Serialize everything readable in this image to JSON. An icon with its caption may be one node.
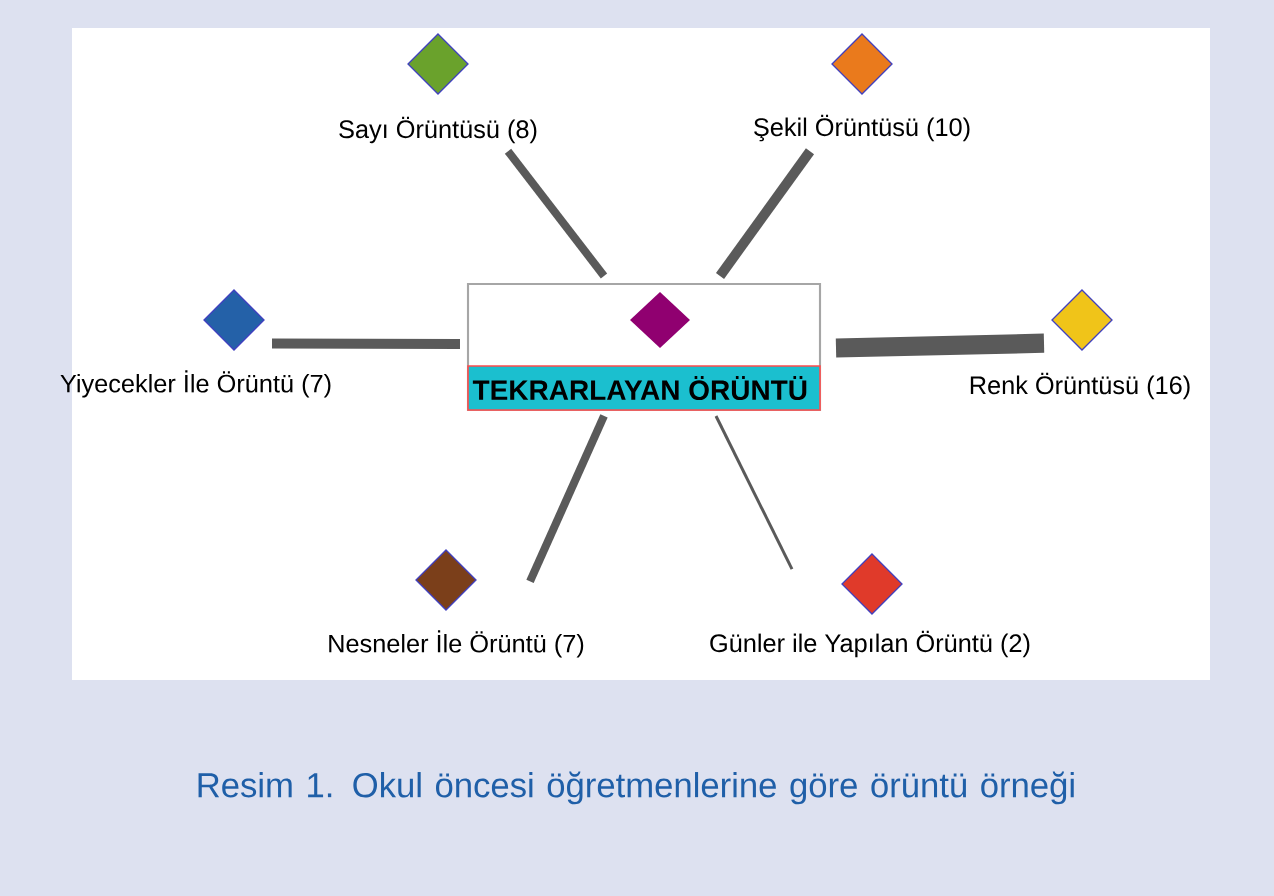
{
  "diagram": {
    "caption": "Resim 1. Okul öncesi öğretmenlerine göre örüntü örneği",
    "nodes": [
      {
        "text": [
          "TEKRARLAYAN ÖRÜNTÜ"
        ]
      },
      {
        "text": [
          "Sayı Örüntüsü (8)"
        ]
      },
      {
        "text": [
          "Şekil Örüntüsü (10)"
        ]
      },
      {
        "text": [
          "Yiyecekler İle Örüntü (7)"
        ]
      },
      {
        "text": [
          "Renk Örüntüsü (16)"
        ]
      },
      {
        "text": [
          "Nesneler İle Örüntü (7)"
        ]
      },
      {
        "text": [
          "Günler ile Yapılan Örüntü (2)"
        ]
      }
    ],
    "edges": [
      {
        "from": 0,
        "to": 1,
        "arrow": "none"
      },
      {
        "from": 0,
        "to": 2,
        "arrow": "none"
      },
      {
        "from": 0,
        "to": 3,
        "arrow": "none"
      },
      {
        "from": 0,
        "to": 4,
        "arrow": "none",
        "style": "thick"
      },
      {
        "from": 0,
        "to": 5,
        "arrow": "none"
      },
      {
        "from": 0,
        "to": 6,
        "arrow": "none"
      }
    ]
  }
}
